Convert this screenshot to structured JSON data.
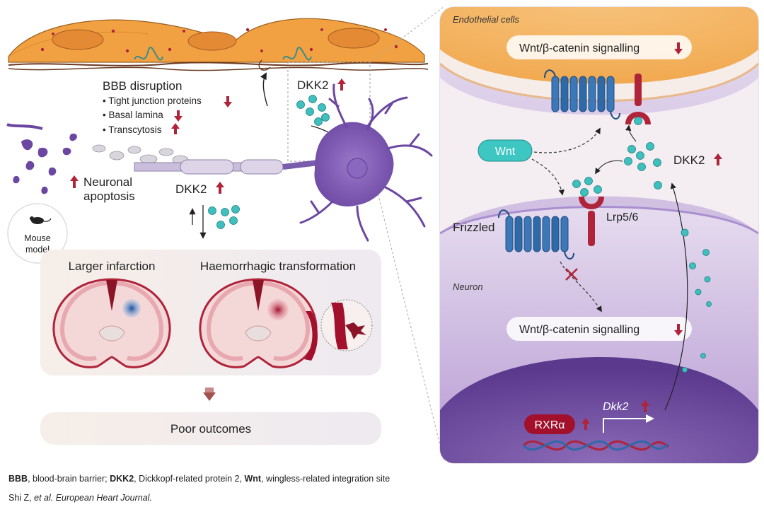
{
  "left_panel": {
    "bbb_title": "BBB disruption",
    "bbb_items": [
      "• Tight junction proteins",
      "• Basal lamina",
      "• Transcytosis"
    ],
    "dkk2_top": "DKK2",
    "neuronal_apoptosis_line1": "Neuronal",
    "neuronal_apoptosis_line2": "apoptosis",
    "dkk2_mid": "DKK2",
    "mouse_line1": "Mouse",
    "mouse_line2": "model",
    "larger_infarction": "Larger infarction",
    "haemorrhagic": "Haemorrhagic transformation",
    "poor_outcomes": "Poor outcomes"
  },
  "right_panel": {
    "endothelial_label": "Endothelial cells",
    "wnt_signalling_top": "Wnt/β-catenin signalling",
    "wnt": "Wnt",
    "dkk2": "DKK2",
    "frizzled": "Frizzled",
    "lrp": "Lrp5/6",
    "neuron_label": "Neuron",
    "wnt_signalling_bottom": "Wnt/β-catenin signalling",
    "rxra": "RXRα",
    "dkk2_gene": "Dkk2"
  },
  "footer": {
    "abbr_bbb": "BBB",
    "abbr_bbb_def": ", blood-brain barrier; ",
    "abbr_dkk2": "DKK2",
    "abbr_dkk2_def": ", Dickkopf-related protein 2, ",
    "abbr_wnt": "Wnt",
    "abbr_wnt_def": ", wingless-related integration site",
    "citation_author": "Shi Z, ",
    "citation_etal": "et al. European Heart Journal."
  },
  "colors": {
    "endothelial": "#f0a03c",
    "neuron": "#6a3e9a",
    "receptor_blue": "#2f6aa8",
    "lrp_red": "#b0243a",
    "dkk2_teal": "#3fc0bf",
    "up_arrow_red": "#b0243a"
  }
}
